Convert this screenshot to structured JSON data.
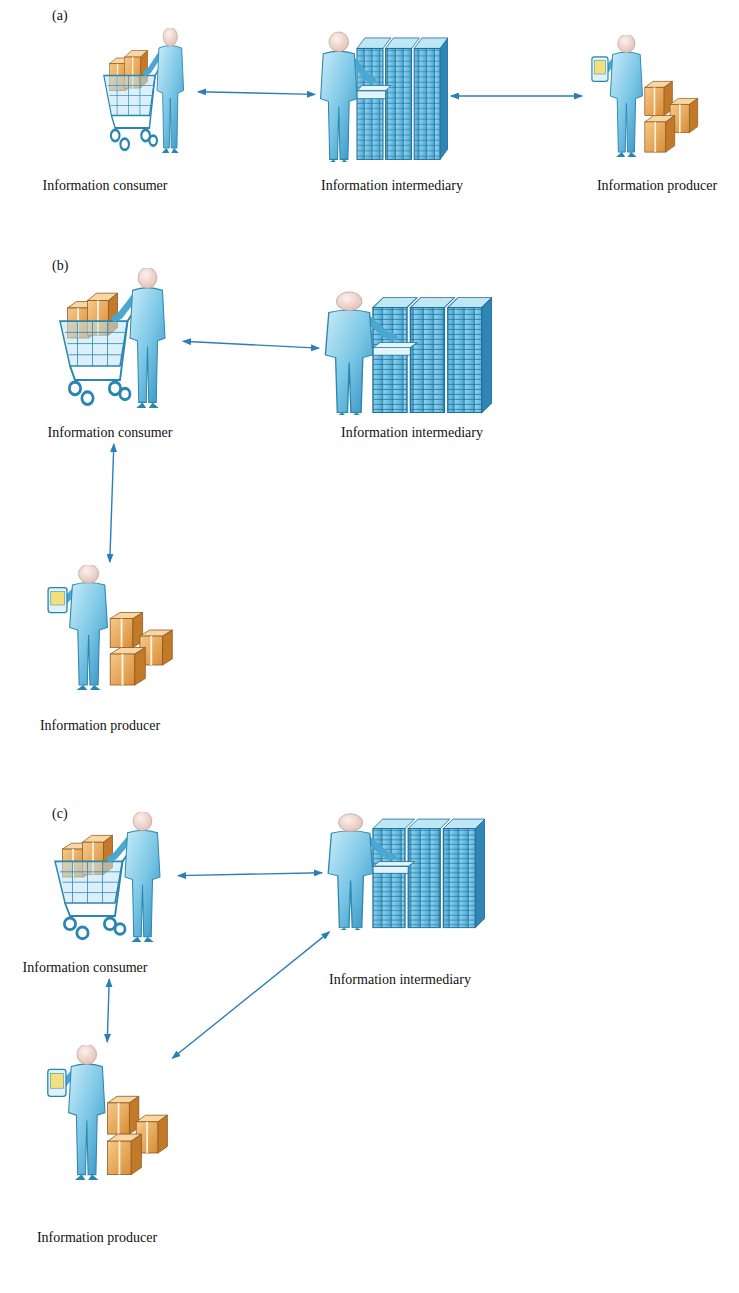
{
  "diagram": {
    "nodes": [
      {
        "text": [
          "Information consumer"
        ]
      },
      {
        "text": [
          "Information intermediary"
        ]
      },
      {
        "text": [
          "Information producer"
        ]
      },
      {
        "text": [
          "Information consumer"
        ]
      },
      {
        "text": [
          "Information intermediary"
        ]
      },
      {
        "text": [
          "Information producer"
        ]
      },
      {
        "text": [
          "Information consumer"
        ]
      },
      {
        "text": [
          "Information intermediary"
        ]
      },
      {
        "text": [
          "Information producer"
        ]
      }
    ],
    "edges": [
      {
        "from": 0,
        "to": 1,
        "arrow": "both"
      },
      {
        "from": 1,
        "to": 2,
        "arrow": "both"
      },
      {
        "from": 3,
        "to": 4,
        "arrow": "both"
      },
      {
        "from": 3,
        "to": 5,
        "arrow": "both"
      },
      {
        "from": 6,
        "to": 7,
        "arrow": "both"
      },
      {
        "from": 6,
        "to": 8,
        "arrow": "both"
      },
      {
        "from": 7,
        "to": 8,
        "arrow": "both"
      }
    ],
    "labels": [
      "(a)",
      "(b)",
      "(c)"
    ]
  }
}
